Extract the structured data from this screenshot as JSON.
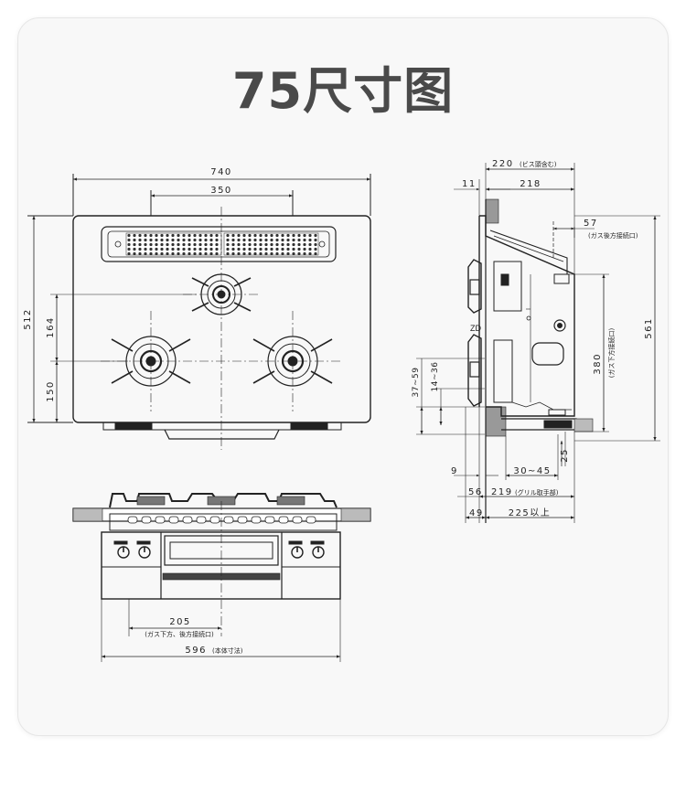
{
  "title": "75尺寸图",
  "top_view": {
    "width": "740",
    "burner_span": "350",
    "depth": "512",
    "front_burner_gap": "164",
    "front_offset": "150"
  },
  "front_view": {
    "gas_offset": "205",
    "gas_note": "(ガス下方、後方接続口)",
    "body_width": "596",
    "body_note": "(本体寸法)"
  },
  "side_view": {
    "depth_with_screw": "220",
    "screw_note": "(ビス頭含む)",
    "offset_11": "11",
    "depth_218": "218",
    "rear_57": "57",
    "rear_note": "(ガス後方接続口)",
    "height_561": "561",
    "gas_height_380": "380",
    "gas_height_note": "(ガス下方接続口)",
    "range_37_59": "37~59",
    "range_14_36": "14~36",
    "bottom_25": "25",
    "range_30_45": "30~45",
    "offset_9": "9",
    "offset_56": "56",
    "grill_219": "219",
    "grill_note": "(グリル取手部)",
    "offset_49": "49",
    "min_225": "225以上"
  },
  "colors": {
    "card_background": "#f8f8f8",
    "title": "#4a4a4a",
    "line": "#222222"
  }
}
